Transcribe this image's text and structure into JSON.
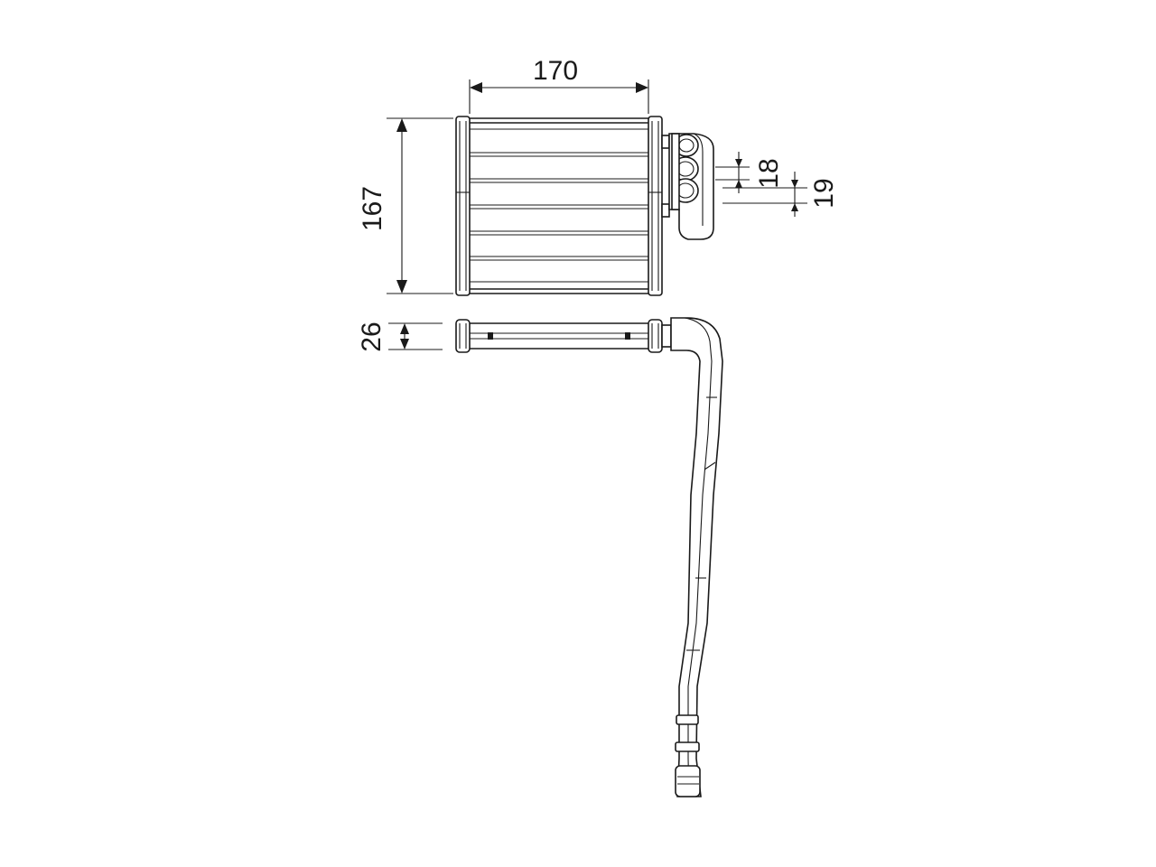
{
  "dimensions": {
    "width": "170",
    "height": "167",
    "pipe_upper": "18",
    "pipe_lower": "19",
    "depth": "26"
  },
  "colors": {
    "line": "#1a1a1a",
    "background": "#ffffff"
  }
}
